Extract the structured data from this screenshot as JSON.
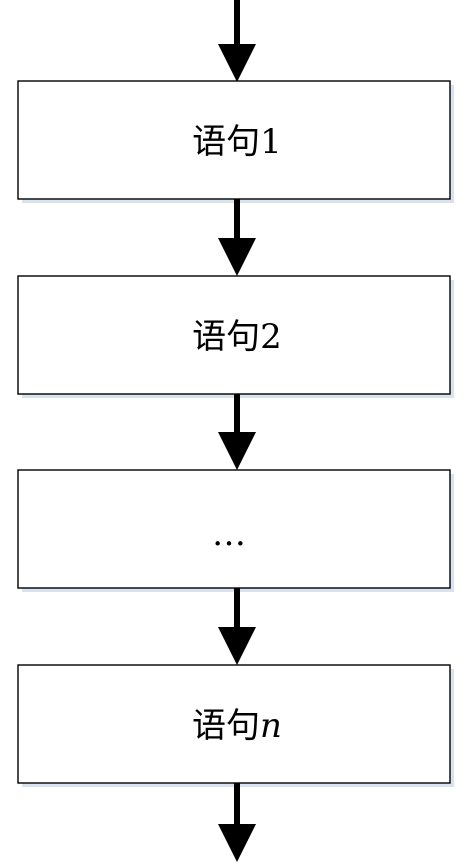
{
  "flowchart": {
    "steps": [
      {
        "label": "语句",
        "suffix": "1",
        "suffix_italic": false
      },
      {
        "label": "语句",
        "suffix": "2",
        "suffix_italic": false
      },
      {
        "label": "…",
        "suffix": "",
        "suffix_italic": false
      },
      {
        "label": "语句",
        "suffix": "n",
        "suffix_italic": true
      }
    ]
  }
}
